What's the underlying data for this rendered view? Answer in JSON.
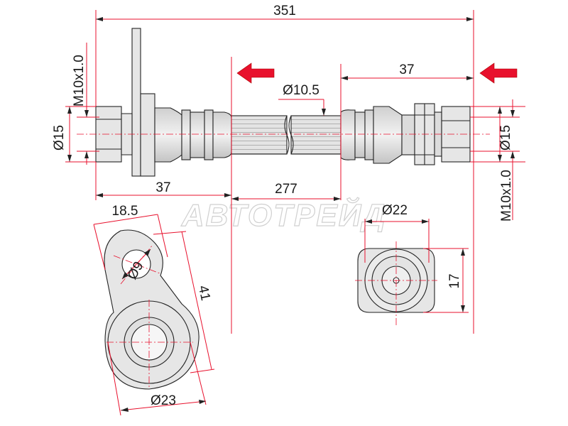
{
  "watermark": "АВТОТРЕЙД",
  "colors": {
    "dimension_lines": "#e8112d",
    "outline": "#222222",
    "arrow_fill": "#e8112d",
    "part_fill": "#e6e6e6"
  },
  "dimensions": {
    "total_length": "351",
    "left_fitting_length": "37",
    "right_fitting_length": "37",
    "hose_length": "277",
    "hose_diameter": "Ø10.5",
    "left_thread": "M10x1.0",
    "right_thread": "M10x1.0",
    "left_diameter": "Ø15",
    "right_diameter": "Ø15",
    "bracket_width": "18.5",
    "bracket_hole": "Ø9",
    "bracket_length": "41",
    "bracket_eye": "Ø23",
    "fitting_diameter": "Ø22",
    "fitting_height": "17"
  }
}
